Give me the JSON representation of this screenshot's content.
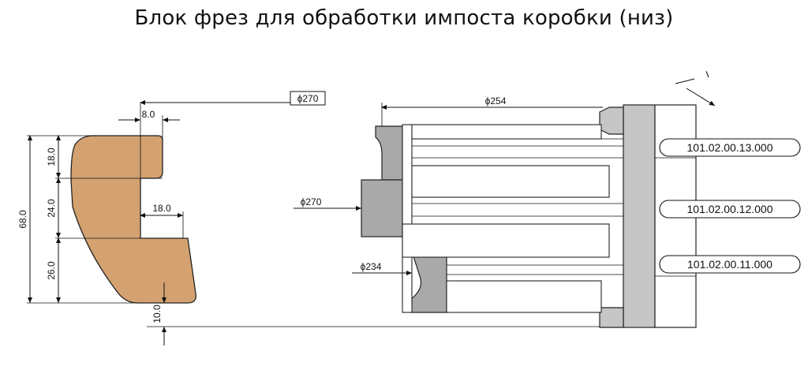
{
  "title": "Блок фрез для обработки импоста коробки (низ)",
  "colors": {
    "profile": "#d4a270",
    "profile_stroke": "#222222",
    "steel": "#c6c6c6",
    "steel_dark": "#a9a9a9",
    "line": "#111111",
    "background": "#ffffff"
  },
  "profile_dimensions": {
    "width_top": "8.0",
    "diameter_top": "ϕ270",
    "height_1": "18.0",
    "height_2": "24.0",
    "height_3": "26.0",
    "total_height": "68.0",
    "slot_width": "18.0",
    "bottom_offset": "10.0"
  },
  "tool_dimensions": {
    "diameter_254": "ϕ254",
    "diameter_270": "ϕ270",
    "diameter_234": "ϕ234"
  },
  "section_mark": "I",
  "parts": [
    "101.02.00.13.000",
    "101.02.00.12.000",
    "101.02.00.11.000"
  ]
}
